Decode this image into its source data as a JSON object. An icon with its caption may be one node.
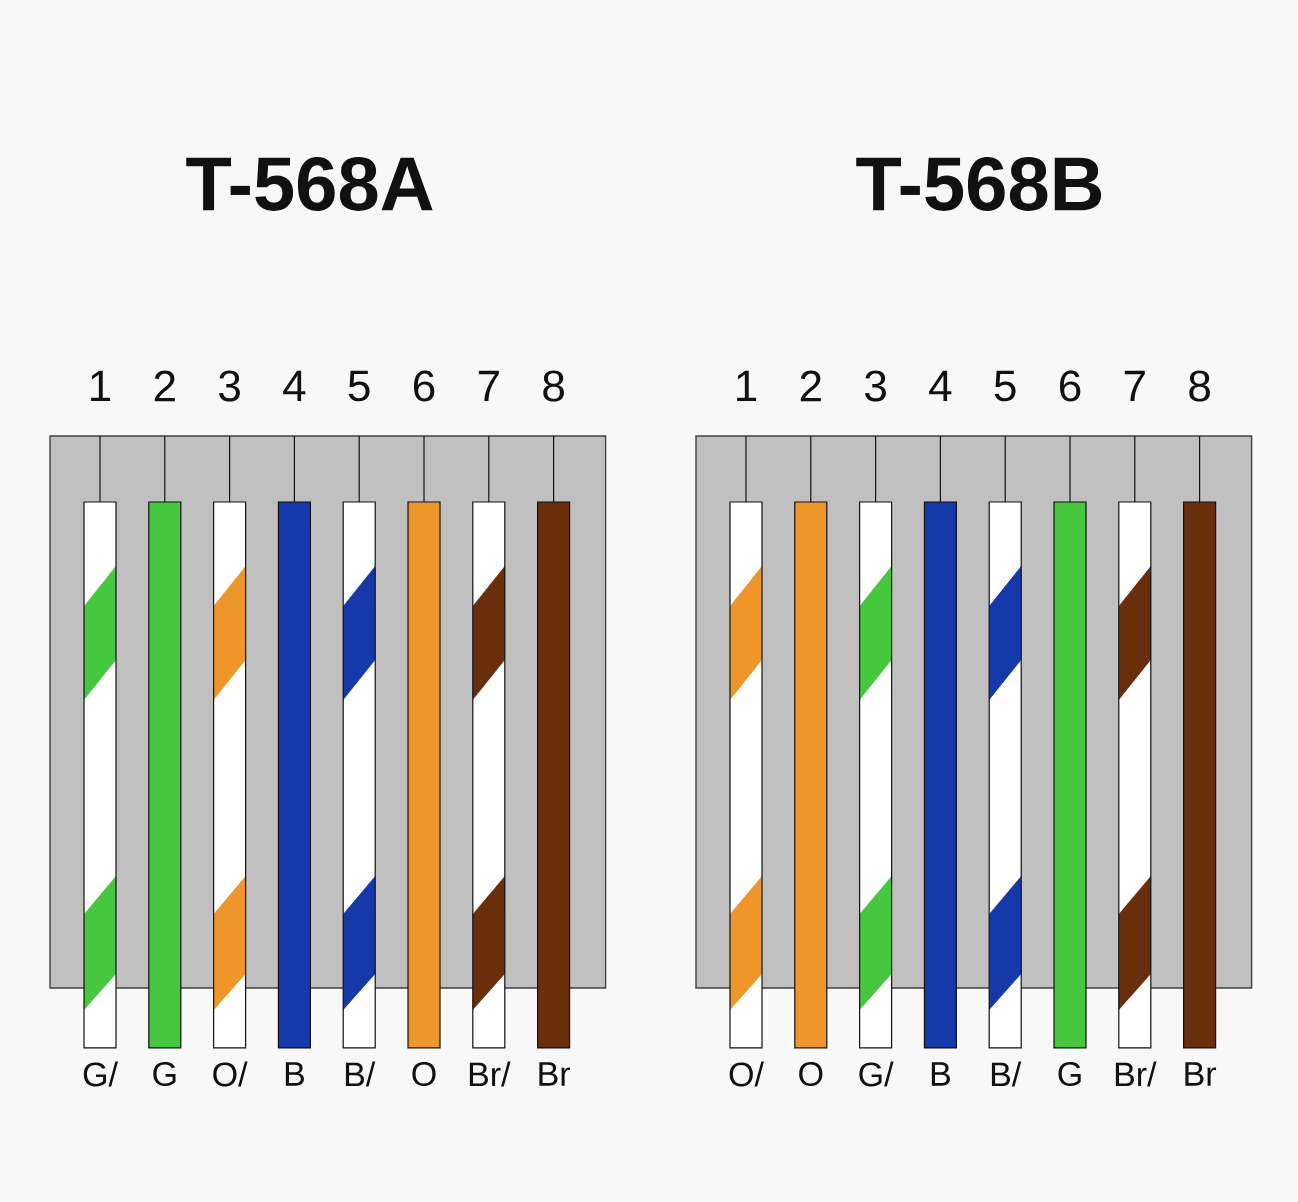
{
  "diagram": {
    "nodes": [
      {
        "text": [
          "T-568A"
        ]
      },
      {
        "text": [],
        "shape": "bar",
        "beside": [
          "G/"
        ]
      },
      {
        "text": [],
        "shape": "bar",
        "beside": [
          "G"
        ]
      },
      {
        "text": [],
        "shape": "bar",
        "beside": [
          "O/"
        ]
      },
      {
        "text": [],
        "shape": "bar",
        "beside": [
          "B"
        ]
      },
      {
        "text": [],
        "shape": "bar",
        "beside": [
          "B/"
        ]
      },
      {
        "text": [],
        "shape": "bar",
        "beside": [
          "O"
        ]
      },
      {
        "text": [],
        "shape": "bar",
        "beside": [
          "Br/"
        ]
      },
      {
        "text": [],
        "shape": "bar",
        "beside": [
          "Br"
        ]
      },
      {
        "text": [
          "T-568B"
        ]
      },
      {
        "text": [],
        "shape": "bar",
        "beside": [
          "O/"
        ]
      },
      {
        "text": [],
        "shape": "bar",
        "beside": [
          "O"
        ]
      },
      {
        "text": [],
        "shape": "bar",
        "beside": [
          "G/"
        ]
      },
      {
        "text": [],
        "shape": "bar",
        "beside": [
          "B"
        ]
      },
      {
        "text": [],
        "shape": "bar",
        "beside": [
          "B/"
        ]
      },
      {
        "text": [],
        "shape": "bar",
        "beside": [
          "G"
        ]
      },
      {
        "text": [],
        "shape": "bar",
        "beside": [
          "Br/"
        ]
      },
      {
        "text": [],
        "shape": "bar",
        "beside": [
          "Br"
        ]
      }
    ],
    "edges": [
      {
        "from": 0,
        "to": 1,
        "arrow": "none"
      },
      {
        "from": 0,
        "to": 2,
        "arrow": "none"
      },
      {
        "from": 0,
        "to": 3,
        "arrow": "none"
      },
      {
        "from": 0,
        "to": 4,
        "arrow": "none"
      },
      {
        "from": 0,
        "to": 5,
        "arrow": "none"
      },
      {
        "from": 0,
        "to": 6,
        "arrow": "none"
      },
      {
        "from": 0,
        "to": 7,
        "arrow": "none"
      },
      {
        "from": 0,
        "to": 8,
        "arrow": "none"
      },
      {
        "from": 9,
        "to": 10,
        "arrow": "none"
      },
      {
        "from": 9,
        "to": 11,
        "arrow": "none"
      },
      {
        "from": 9,
        "to": 12,
        "arrow": "none"
      },
      {
        "from": 9,
        "to": 13,
        "arrow": "none"
      },
      {
        "from": 9,
        "to": 14,
        "arrow": "none"
      },
      {
        "from": 9,
        "to": 15,
        "arrow": "none"
      },
      {
        "from": 9,
        "to": 16,
        "arrow": "none"
      },
      {
        "from": 9,
        "to": 17,
        "arrow": "none"
      }
    ],
    "labels": [
      "1",
      "2",
      "3",
      "4",
      "5",
      "6",
      "7",
      "8",
      "1",
      "2",
      "3",
      "4",
      "5",
      "6",
      "7",
      "8"
    ]
  }
}
